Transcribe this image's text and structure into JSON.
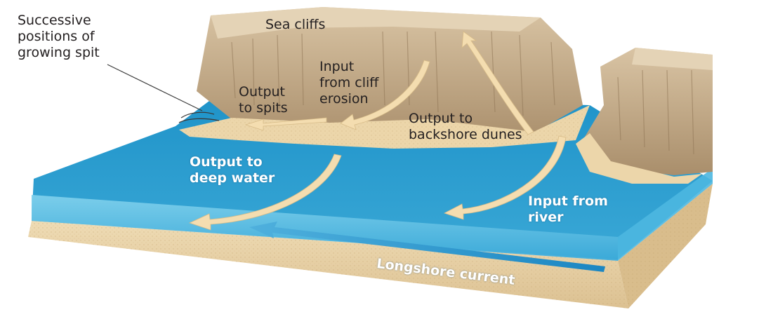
{
  "labels": {
    "successive_spit": "Successive\npositions of\ngrowing spit",
    "sea_cliffs": "Sea cliffs",
    "input_cliff": "Input\nfrom cliff\nerosion",
    "output_spits": "Output\nto spits",
    "output_dunes": "Output to\nbackshore dunes",
    "output_deep": "Output to\ndeep water",
    "input_river": "Input from\nriver",
    "longshore": "Longshore current"
  },
  "colors": {
    "water_top": "#2b9ccf",
    "water_front": "#5fc0e4",
    "sand": "#e8cfa0",
    "cliff": "#cbb391",
    "arrow": "#f4ddb0",
    "current": "#1c88c4"
  }
}
